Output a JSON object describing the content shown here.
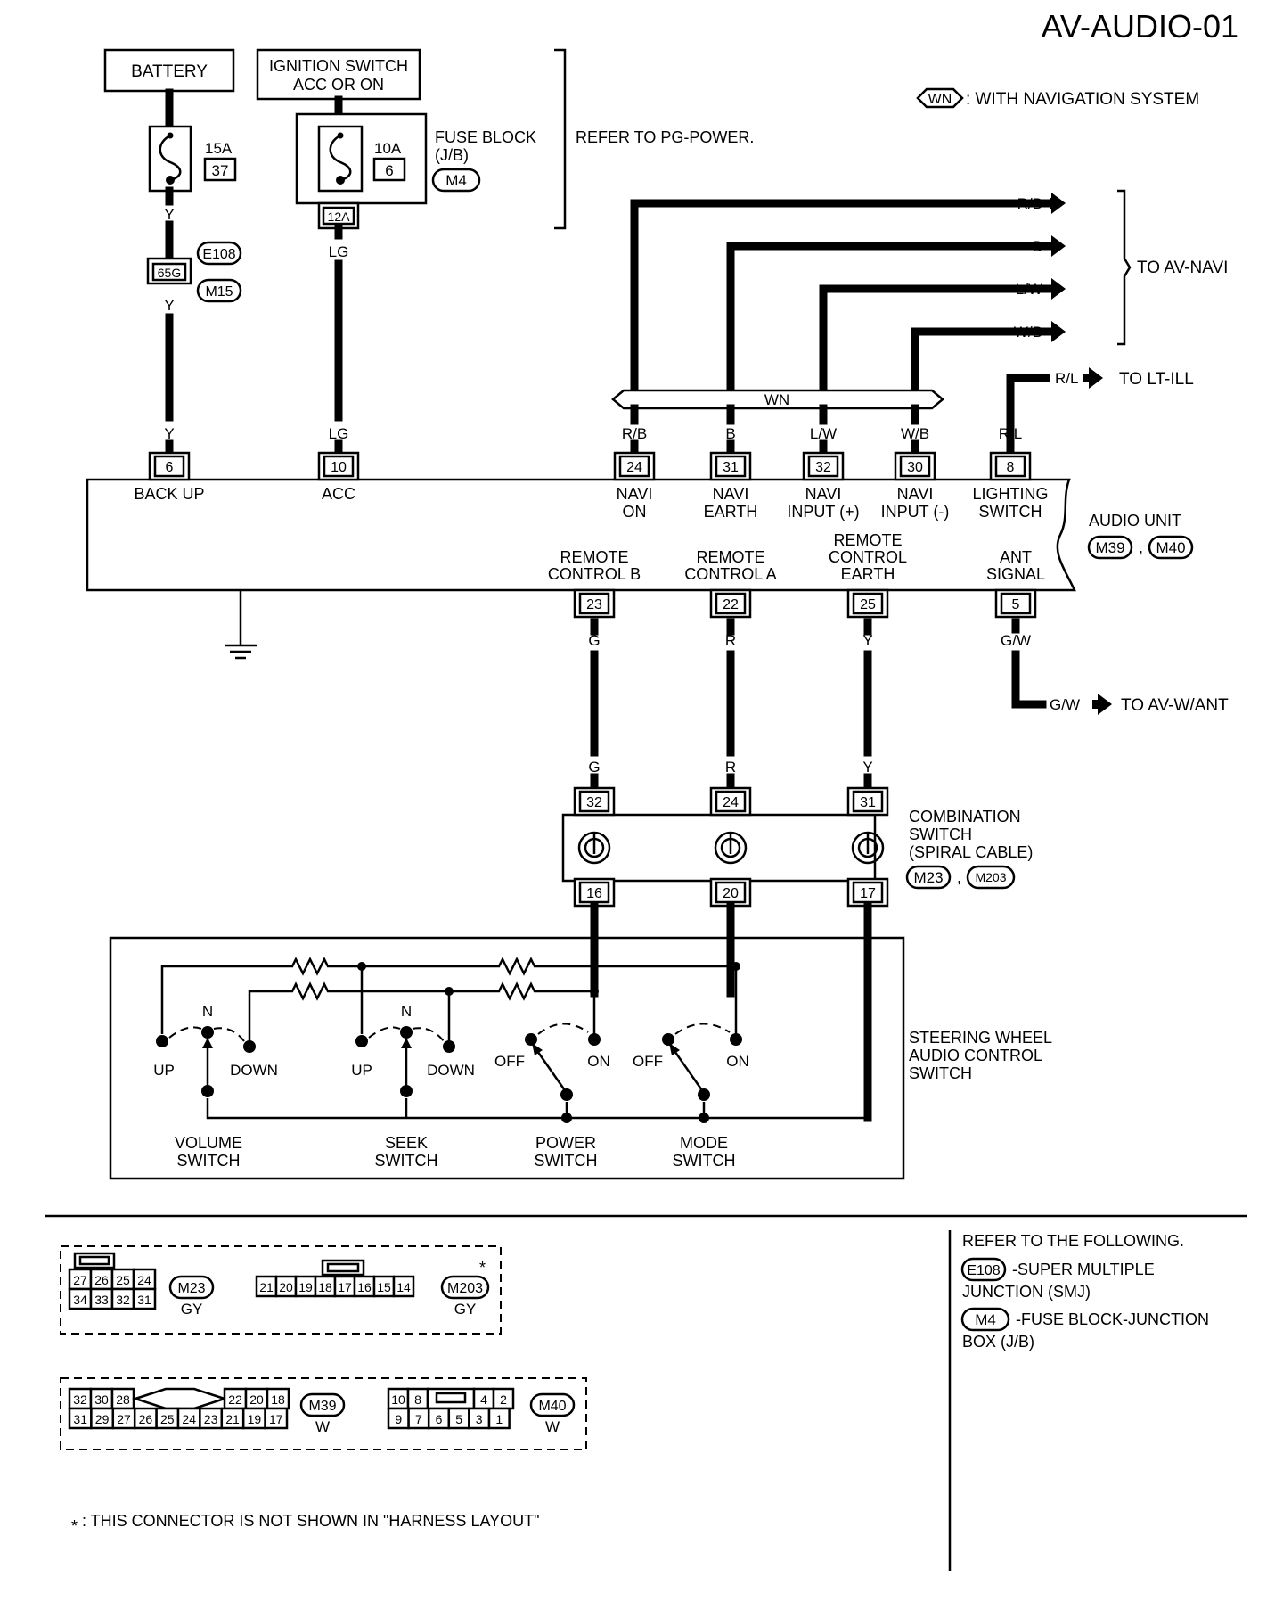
{
  "title": "AV-AUDIO-01",
  "legend": {
    "tag": "WN",
    "text": ": WITH NAVIGATION SYSTEM"
  },
  "power": {
    "battery": "BATTERY",
    "ignition_line1": "IGNITION SWITCH",
    "ignition_line2": "ACC OR ON",
    "fuse1_amp": "15A",
    "fuse1_num": "37",
    "fuse2_amp": "10A",
    "fuse2_num": "6",
    "fuse_block_line1": "FUSE BLOCK",
    "fuse_block_line2": "(J/B)",
    "fuse_block_conn": "M4",
    "fuse_block_pin": "12A",
    "refer_pg": "REFER TO PG-POWER.",
    "smj_pin": "65G",
    "smj_conn1": "E108",
    "smj_conn2": "M15"
  },
  "wire_colors": {
    "y": "Y",
    "lg": "LG",
    "rb": "R/B",
    "b": "B",
    "lw": "L/W",
    "wb": "W/B",
    "rl": "R/L",
    "g": "G",
    "r": "R",
    "gw": "G/W"
  },
  "destinations": {
    "av_navi": "TO AV-NAVI",
    "lt_ill": "TO LT-ILL",
    "av_want": "TO AV-W/ANT"
  },
  "wn_bus": "WN",
  "audio_unit": {
    "name": "AUDIO UNIT",
    "conn1": "M39",
    "conn2": "M40",
    "pins_top": [
      {
        "pin": "6",
        "label1": "BACK UP",
        "label2": ""
      },
      {
        "pin": "10",
        "label1": "ACC",
        "label2": ""
      },
      {
        "pin": "24",
        "label1": "NAVI",
        "label2": "ON"
      },
      {
        "pin": "31",
        "label1": "NAVI",
        "label2": "EARTH"
      },
      {
        "pin": "32",
        "label1": "NAVI",
        "label2": "INPUT (+)"
      },
      {
        "pin": "30",
        "label1": "NAVI",
        "label2": "INPUT (-)"
      },
      {
        "pin": "8",
        "label1": "LIGHTING",
        "label2": "SWITCH"
      }
    ],
    "pins_bottom": [
      {
        "pin": "23",
        "label1": "REMOTE",
        "label2": "CONTROL B",
        "label3": ""
      },
      {
        "pin": "22",
        "label1": "REMOTE",
        "label2": "CONTROL A",
        "label3": ""
      },
      {
        "pin": "25",
        "label1": "REMOTE",
        "label2": "CONTROL",
        "label3": "EARTH"
      },
      {
        "pin": "5",
        "label1": "ANT",
        "label2": "SIGNAL",
        "label3": ""
      }
    ]
  },
  "combination_switch": {
    "line1": "COMBINATION",
    "line2": "SWITCH",
    "line3": "(SPIRAL CABLE)",
    "conn1": "M23",
    "conn2": "M203",
    "pins_top": [
      "32",
      "24",
      "31"
    ],
    "pins_bottom": [
      "16",
      "20",
      "17"
    ]
  },
  "steering_switch": {
    "line1": "STEERING WHEEL",
    "line2": "AUDIO CONTROL",
    "line3": "SWITCH",
    "n": "N",
    "up": "UP",
    "down": "DOWN",
    "off": "OFF",
    "on": "ON",
    "volume1": "VOLUME",
    "seek1": "SEEK",
    "power1": "POWER",
    "mode1": "MODE",
    "switch_word": "SWITCH"
  },
  "connectors": {
    "m23": {
      "name": "M23",
      "color": "GY",
      "row1": [
        "27",
        "26",
        "25",
        "24"
      ],
      "row2": [
        "34",
        "33",
        "32",
        "31"
      ]
    },
    "m203": {
      "name": "M203",
      "color": "GY",
      "row1": [
        "21",
        "20",
        "19",
        "18",
        "17",
        "16",
        "15",
        "14"
      ]
    },
    "m39": {
      "name": "M39",
      "color": "W",
      "row1_left": [
        "32",
        "30",
        "28"
      ],
      "row1_right": [
        "22",
        "20",
        "18"
      ],
      "row2": [
        "31",
        "29",
        "27",
        "26",
        "25",
        "24",
        "23",
        "21",
        "19",
        "17"
      ]
    },
    "m40": {
      "name": "M40",
      "color": "W",
      "row1_left": [
        "10",
        "8"
      ],
      "row1_right": [
        "4",
        "2"
      ],
      "row2": [
        "9",
        "7",
        "6",
        "5",
        "3",
        "1"
      ]
    },
    "star": "*"
  },
  "refer": {
    "title": "REFER TO THE FOLLOWING.",
    "e108_conn": "E108",
    "e108_text1": "-SUPER MULTIPLE",
    "e108_text2": "JUNCTION (SMJ)",
    "m4_conn": "M4",
    "m4_text1": "-FUSE BLOCK-JUNCTION",
    "m4_text2": "BOX (J/B)"
  },
  "footnote": ": THIS CONNECTOR IS NOT SHOWN IN \"HARNESS LAYOUT\""
}
